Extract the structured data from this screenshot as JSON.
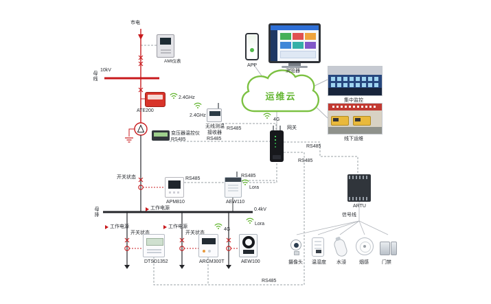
{
  "colors": {
    "hv_line": "#c8191c",
    "lv_line": "#24262a",
    "wireless_green": "#62b52f",
    "cloud_stroke": "#7cc142"
  },
  "labels": {
    "mains": "市电",
    "ami": "AMI仪表",
    "kv10": "10kV",
    "busbar_hv": "母线",
    "ate200": "ATE200",
    "ghz_a": "2.4GHz",
    "ghz_b": "2.4GHz",
    "wtr1": "无线测温",
    "wtr2": "接收器",
    "wtr3": "RS485",
    "rs485_wtr_link": "RS485",
    "trans_ctrl": "变压器温控仪",
    "trans_ctrl_bus": "RS485",
    "gateway": "网关",
    "g4_top": "4G",
    "cloud": "运维云",
    "app": "APP",
    "browser": "浏览器",
    "central_monitoring": "集中监控",
    "offline_ops": "线下运维",
    "rs485_right": "RS485",
    "rs485_mid": "RS485",
    "switch_status_top": "开关状态",
    "apm810": "APM810",
    "rs485_apm": "RS485",
    "aew110": "AEW110",
    "rs485_aew110": "RS485",
    "lora_aew110": "Lora",
    "artu": "ARTU",
    "signal_line": "信号线",
    "working_power_top": "工作电源",
    "busbar_lv": "母排",
    "kv04": "0.4kV",
    "working_power_a": "工作电源",
    "working_power_b": "工作电源",
    "switch_status_a": "开关状态",
    "switch_status_b": "开关状态",
    "g4_bottom": "4G",
    "lora_bottom": "Lora",
    "dtsd1352": "DTSD1352",
    "arcm300t": "ARCM300T",
    "aew100": "AEW100",
    "camera": "摄像头",
    "temp_humidity": "温湿度",
    "water_leak": "水浸",
    "smoke": "烟感",
    "door_access": "门禁",
    "rs485_bottom": "RS485"
  }
}
